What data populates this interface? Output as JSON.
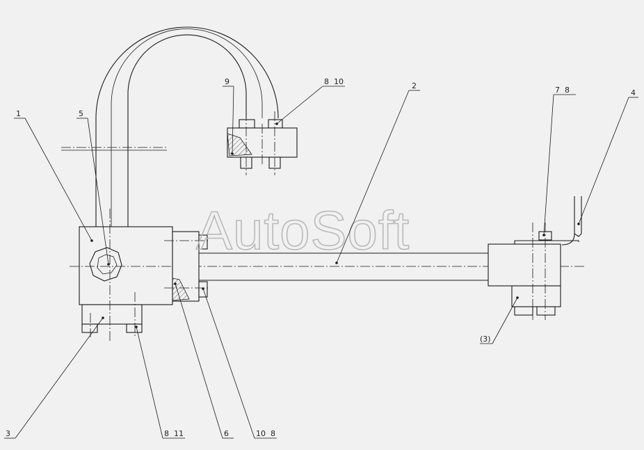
{
  "watermark": "AutoSoft",
  "callouts": {
    "c1": "1",
    "c2": "2",
    "c3": "3",
    "c4": "4",
    "c5": "5",
    "c6": "6",
    "c7_8": "7  8",
    "c8_10": "8  10",
    "c8_11": "8  11",
    "c9": "9",
    "c10_8": "10  8",
    "c3b": "(3)"
  }
}
